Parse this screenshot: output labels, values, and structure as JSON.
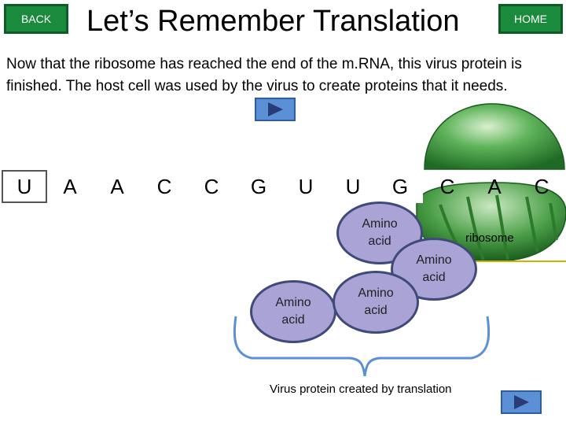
{
  "nav": {
    "back_label": "BACK",
    "home_label": "HOME"
  },
  "title": "Let’s Remember Translation",
  "intro": "Now that the ribosome has reached the end of the m.RNA, this virus protein is finished. The host cell was used by the virus to create proteins that it needs.",
  "mrna": {
    "codons": [
      "U",
      "A",
      "A",
      "C",
      "C",
      "G",
      "U",
      "U",
      "G",
      "C",
      "A",
      "C"
    ]
  },
  "amino_acids": {
    "label_line1": "Amino",
    "label_line2": "acid"
  },
  "ribosome_label": "ribosome",
  "protein_caption": "Virus protein created by translation",
  "icons": {
    "play_top": "play-icon",
    "play_bottom": "play-icon"
  },
  "colors": {
    "nav_green": "#1a8a3c",
    "amino_fill": "#a9a3d6",
    "amino_border": "#3f4a78",
    "play_blue": "#5b8fd6",
    "ribosome_green": "#3f9a3f"
  }
}
